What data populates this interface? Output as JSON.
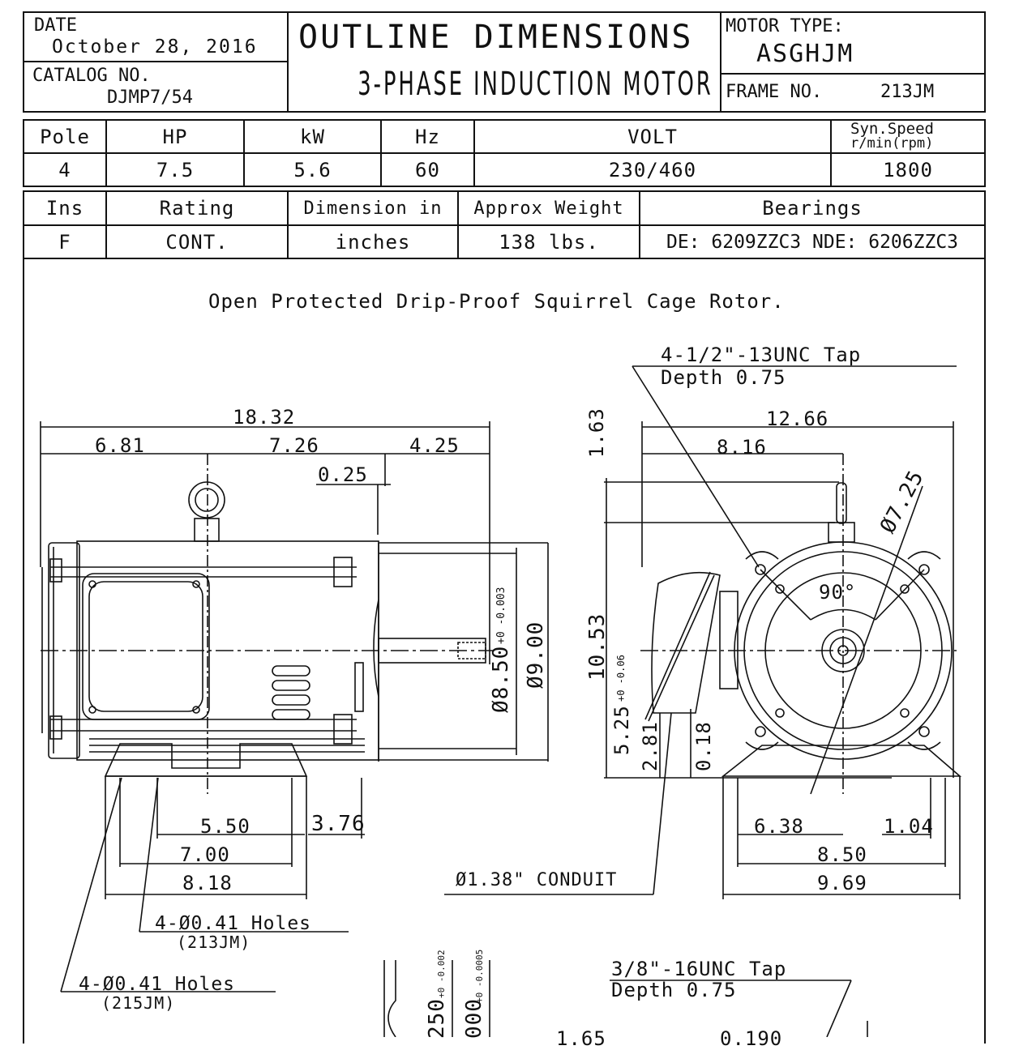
{
  "header": {
    "date_label": "DATE",
    "date_value": "October 28, 2016",
    "catalog_label": "CATALOG NO.",
    "catalog_value": "DJMP7/54",
    "title": "OUTLINE DIMENSIONS",
    "subtitle": "3-PHASE INDUCTION MOTOR",
    "motor_type_label": "MOTOR TYPE:",
    "motor_type_value": "ASGHJM",
    "frame_label": "FRAME NO.",
    "frame_value": "213JM"
  },
  "spec_table_1": {
    "headers": [
      "Pole",
      "HP",
      "kW",
      "Hz",
      "VOLT",
      "Syn.Speed",
      "r/min(rpm)"
    ],
    "values": [
      "4",
      "7.5",
      "5.6",
      "60",
      "230/460",
      "1800"
    ]
  },
  "spec_table_2": {
    "headers": [
      "Ins",
      "Rating",
      "Dimension in",
      "Approx Weight",
      "Bearings"
    ],
    "values": [
      "F",
      "CONT.",
      "inches",
      "138 lbs.",
      "DE: 6209ZZC3 NDE: 6206ZZC3"
    ]
  },
  "drawing": {
    "description": "Open Protected Drip-Proof Squirrel Cage Rotor.",
    "tap_note_1": "4-1/2\"-13UNC Tap",
    "tap_note_1_depth": "Depth 0.75",
    "dims_side": {
      "overall": "18.32",
      "d1": "6.81",
      "d2": "7.26",
      "d3": "4.25",
      "d4": "0.25",
      "shaft_dia": "Ø8.50",
      "shaft_tol": "+0 -0.003",
      "flange_dia": "Ø9.00",
      "foot_1": "5.50",
      "foot_2": "3.76",
      "foot_3": "7.00",
      "foot_4": "8.18"
    },
    "dims_end": {
      "overall": "12.66",
      "half": "8.16",
      "top": "1.63",
      "height": "10.53",
      "center": "5.25",
      "center_tol": "+0 -0.06",
      "base": "2.81",
      "clearance": "0.18",
      "bolt_circle": "Ø7.25",
      "angle": "90°",
      "foot_1": "6.38",
      "foot_2": "1.04",
      "foot_3": "8.50",
      "foot_4": "9.69"
    },
    "conduit_note": "Ø1.38\" CONDUIT",
    "holes_213": "4-Ø0.41 Holes",
    "holes_213_sub": "(213JM)",
    "holes_215": "4-Ø0.41 Holes",
    "holes_215_sub": "(215JM)",
    "tap_note_2": "3/8\"-16UNC Tap",
    "tap_note_2_depth": "Depth 0.75",
    "bottom_tol_1": "+0 -0.002",
    "bottom_tol_2": "+0 -0.0005",
    "bottom_val_1": "250",
    "bottom_val_2": "000",
    "bottom_val_3": "1.65",
    "bottom_val_4": "0.190"
  }
}
